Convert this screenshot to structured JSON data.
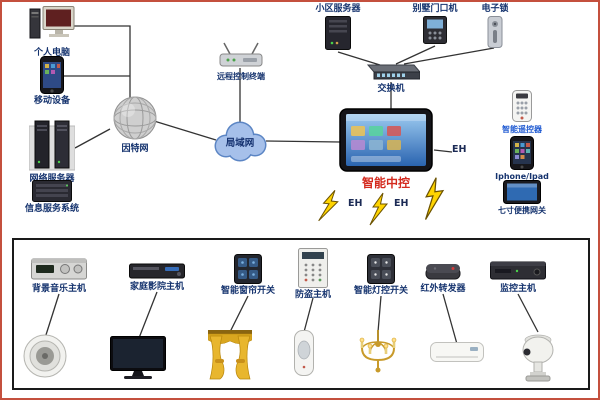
{
  "diagram": {
    "top_nodes": {
      "pc": "个人电脑",
      "mobile": "移动设备",
      "network_server": "网络服务器",
      "info_system": "信息服务系统",
      "internet": "因特网",
      "lan": "局域网",
      "remote_terminal": "远程控制终端",
      "community_server": "小区服务器",
      "villa_door_station": "别墅门口机",
      "electronic_lock": "电子锁",
      "network_switch": "交换机",
      "central_control": "智能中控",
      "smart_remote": "智能遥控器",
      "iphone_ipad": "Iphone/Ipad",
      "portable_gateway": "七寸便携网关",
      "eh": "EH"
    },
    "zone_devices": [
      "背景音乐主机",
      "家庭影院主机",
      "智能窗帘开关",
      "防盗主机",
      "智能灯控开关",
      "红外转发器",
      "监控主机"
    ],
    "zone_appliances": [
      "ceiling-speaker-icon",
      "tv-icon",
      "curtain-icon",
      "motion-sensor-icon",
      "chandelier-icon",
      "air-conditioner-icon",
      "ptz-camera-icon"
    ],
    "colors": {
      "label": "#15336e",
      "central_label": "#d42a1e",
      "remote_label": "#1f5ad2",
      "bolt": "#ffd400",
      "cloud_fill": "#a6c0ea",
      "cloud_stroke": "#5b85c4",
      "zone_border": "#1a1a1a"
    }
  }
}
